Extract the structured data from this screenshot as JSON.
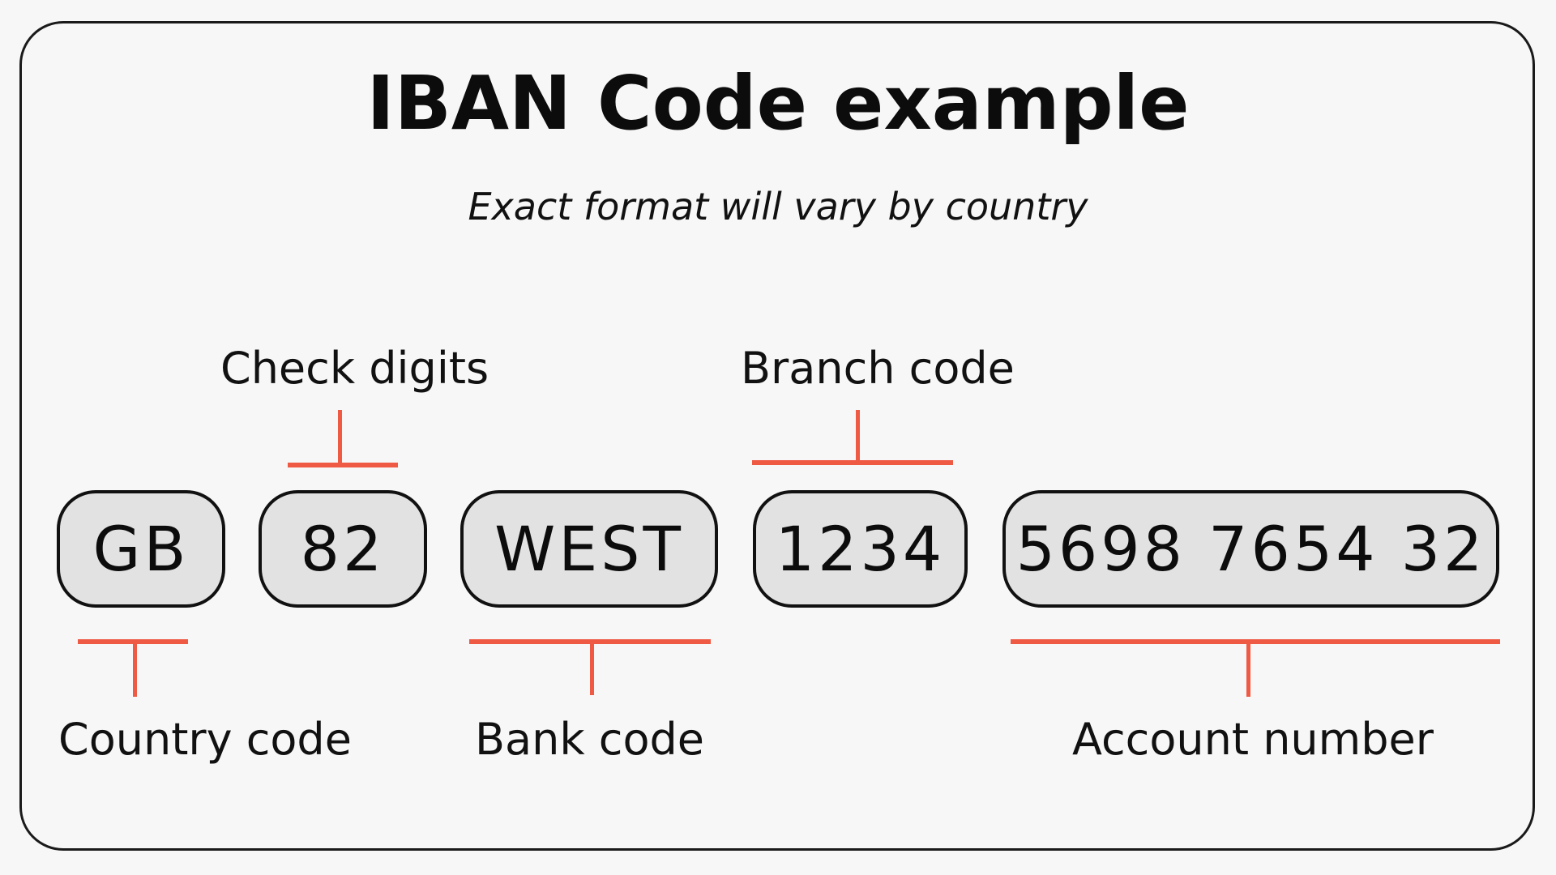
{
  "title": "IBAN Code example",
  "subtitle": "Exact format will vary by country",
  "segments": [
    {
      "id": "country",
      "code": "GB",
      "label": "Country code",
      "label_position": "below"
    },
    {
      "id": "check",
      "code": "82",
      "label": "Check digits",
      "label_position": "above"
    },
    {
      "id": "bank",
      "code": "WEST",
      "label": "Bank code",
      "label_position": "below"
    },
    {
      "id": "branch",
      "code": "1234",
      "label": "Branch code",
      "label_position": "above"
    },
    {
      "id": "account",
      "code": "5698 7654 32",
      "label": "Account number",
      "label_position": "below"
    }
  ],
  "colors": {
    "bracket": "#ef5a45",
    "pill_fill": "#e2e2e2",
    "outline": "#111111",
    "background": "#f7f7f7"
  }
}
